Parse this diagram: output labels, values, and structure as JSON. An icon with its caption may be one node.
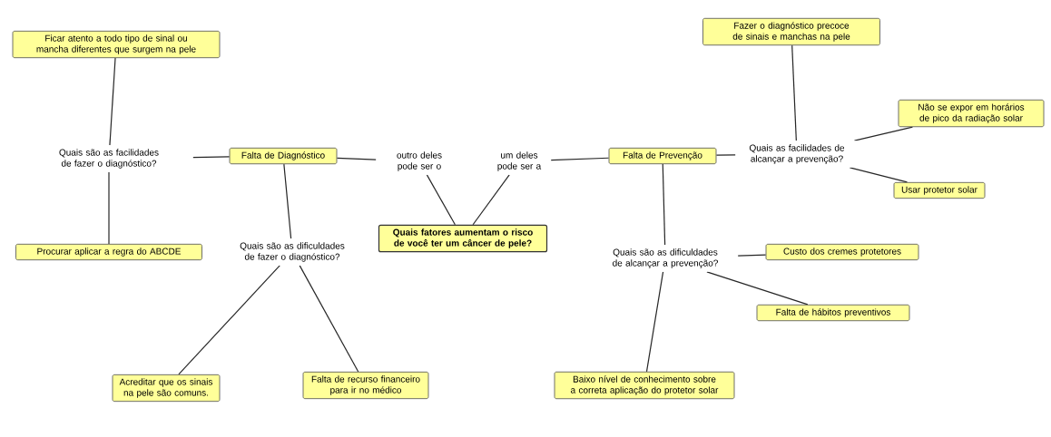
{
  "diagram": {
    "nodes": [
      {
        "text": [
          "Ficar atento a todo tipo de sinal ou mancha diferentes que surgem na pele"
        ]
      },
      {
        "text": [
          "Fazer o diagnóstico precoce de sinais e manchas na pele"
        ]
      },
      {
        "text": [
          "Não se expor em horários de pico da radiação solar"
        ]
      },
      {
        "text": [
          "Quais são as facilidades de fazer o diagnóstico?"
        ]
      },
      {
        "text": [
          "Falta de Diagnóstico"
        ]
      },
      {
        "text": [
          "outro deles pode ser o"
        ]
      },
      {
        "text": [
          "um deles pode ser a"
        ]
      },
      {
        "text": [
          "Falta de Prevenção"
        ]
      },
      {
        "text": [
          "Quais as facilidades de alcançar a prevenção?"
        ]
      },
      {
        "text": [
          "Usar protetor solar"
        ]
      },
      {
        "text": [
          "Quais fatores aumentam o risco de você ter um câncer de pele?"
        ]
      },
      {
        "text": [
          "Procurar aplicar a regra do ABCDE"
        ]
      },
      {
        "text": [
          "Quais são as dificuldades de fazer o diagnóstico?"
        ]
      },
      {
        "text": [
          "Quais são as dificuldades de alcançar a prevenção?"
        ]
      },
      {
        "text": [
          "Custo dos cremes protetores"
        ]
      },
      {
        "text": [
          "Falta de hábitos preventivos"
        ]
      },
      {
        "text": [
          "Acreditar que os sinais na pele são comuns."
        ]
      },
      {
        "text": [
          "Falta de recurso financeiro para ir no médico"
        ]
      },
      {
        "text": [
          "Baixo nível de conhecimento sobre a correta aplicação do protetor solar"
        ]
      }
    ],
    "edges": [
      {
        "from": 4,
        "to": 3,
        "arrow": "none"
      },
      {
        "from": 3,
        "to": 0,
        "arrow": "none"
      },
      {
        "from": 3,
        "to": 11,
        "arrow": "none"
      },
      {
        "from": 4,
        "to": 12,
        "arrow": "none"
      },
      {
        "from": 12,
        "to": 16,
        "arrow": "none"
      },
      {
        "from": 12,
        "to": 17,
        "arrow": "none"
      },
      {
        "from": 4,
        "to": 5,
        "arrow": "none"
      },
      {
        "from": 5,
        "to": 10,
        "arrow": "none"
      },
      {
        "from": 10,
        "to": 6,
        "arrow": "none"
      },
      {
        "from": 6,
        "to": 7,
        "arrow": "none"
      },
      {
        "from": 7,
        "to": 8,
        "arrow": "none"
      },
      {
        "from": 8,
        "to": 1,
        "arrow": "none"
      },
      {
        "from": 8,
        "to": 2,
        "arrow": "none"
      },
      {
        "from": 8,
        "to": 9,
        "arrow": "none"
      },
      {
        "from": 7,
        "to": 13,
        "arrow": "none"
      },
      {
        "from": 13,
        "to": 14,
        "arrow": "none"
      },
      {
        "from": 13,
        "to": 15,
        "arrow": "none"
      },
      {
        "from": 13,
        "to": 18,
        "arrow": "none"
      }
    ]
  }
}
